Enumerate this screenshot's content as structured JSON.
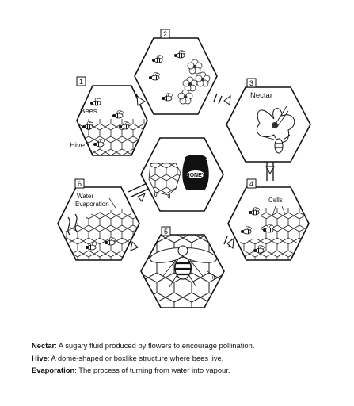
{
  "diagram": {
    "steps": [
      {
        "number": "1",
        "labels": [
          "Bees",
          "Hive"
        ],
        "icon": "bees-near-hive"
      },
      {
        "number": "2",
        "labels": [],
        "icon": "bees-flying-to-flowers"
      },
      {
        "number": "3",
        "labels": [
          "Nectar"
        ],
        "icon": "bee-on-flower"
      },
      {
        "number": "4",
        "labels": [
          "Cells"
        ],
        "icon": "bees-filling-cells"
      },
      {
        "number": "5",
        "labels": [],
        "icon": "bees-fanning-comb"
      },
      {
        "number": "6",
        "labels": [
          "Water",
          "Evaporation"
        ],
        "icon": "water-evaporating-from-comb"
      }
    ],
    "center": {
      "jar_label": "HONEY",
      "icon": "honeycomb-and-honey-jar"
    }
  },
  "glossary": [
    {
      "term": "Nectar",
      "definition": ": A sugary fluid produced by flowers to encourage pollination."
    },
    {
      "term": "Hive",
      "definition": ": A dome-shaped or boxlike structure where bees live."
    },
    {
      "term": "Evaporation",
      "definition": ": The process of turning from water into vapour."
    }
  ]
}
